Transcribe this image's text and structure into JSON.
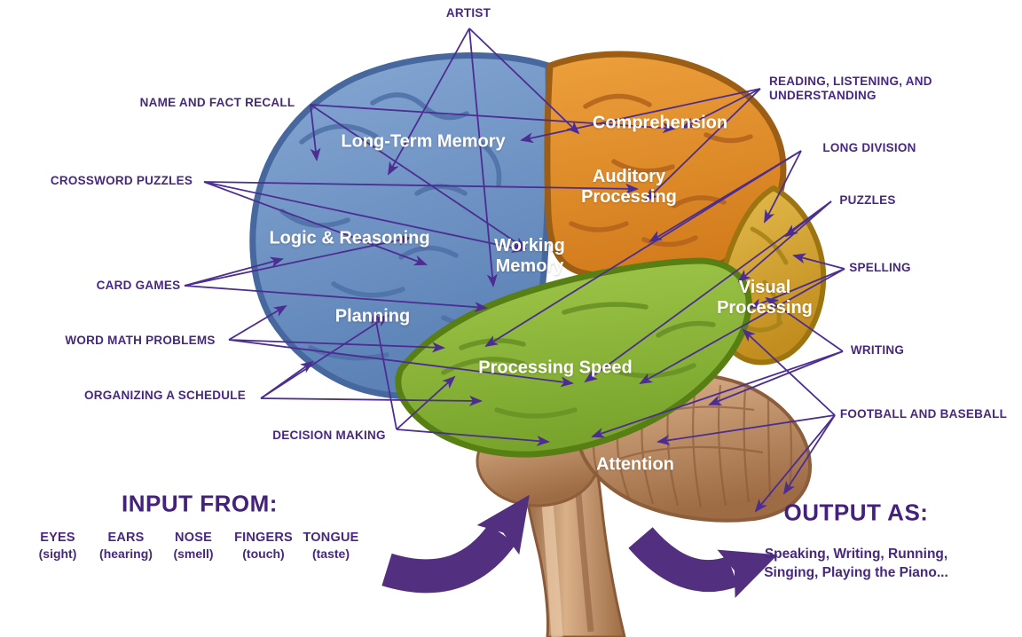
{
  "diagram": {
    "brain_regions": [
      {
        "id": "long-term-memory",
        "label": "Long-Term Memory",
        "lobe": "frontal"
      },
      {
        "id": "logic-reasoning",
        "label": "Logic & Reasoning",
        "lobe": "frontal"
      },
      {
        "id": "planning",
        "label": "Planning",
        "lobe": "frontal"
      },
      {
        "id": "comprehension",
        "label": "Comprehension",
        "lobe": "parietal"
      },
      {
        "id": "auditory-processing",
        "label": "Auditory Processing",
        "lobe": "parietal"
      },
      {
        "id": "working-memory",
        "label": "Working Memory",
        "lobe": "parietal"
      },
      {
        "id": "visual-processing",
        "label": "Visual Processing",
        "lobe": "occipital"
      },
      {
        "id": "processing-speed",
        "label": "Processing Speed",
        "lobe": "temporal"
      },
      {
        "id": "attention",
        "label": "Attention",
        "lobe": "cerebellum"
      }
    ],
    "activities": [
      {
        "id": "artist",
        "label": "ARTIST"
      },
      {
        "id": "name-fact-recall",
        "label": "NAME AND FACT RECALL"
      },
      {
        "id": "crossword-puzzles",
        "label": "CROSSWORD PUZZLES"
      },
      {
        "id": "card-games",
        "label": "CARD GAMES"
      },
      {
        "id": "word-math-problems",
        "label": "WORD MATH PROBLEMS"
      },
      {
        "id": "organizing-schedule",
        "label": "ORGANIZING A SCHEDULE"
      },
      {
        "id": "decision-making",
        "label": "DECISION MAKING"
      },
      {
        "id": "reading-listening",
        "label": "READING, LISTENING, AND UNDERSTANDING"
      },
      {
        "id": "long-division",
        "label": "LONG DIVISION"
      },
      {
        "id": "puzzles",
        "label": "PUZZLES"
      },
      {
        "id": "spelling",
        "label": "SPELLING"
      },
      {
        "id": "writing",
        "label": "WRITING"
      },
      {
        "id": "football-baseball",
        "label": "FOOTBALL AND BASEBALL"
      }
    ],
    "input": {
      "title": "INPUT FROM:",
      "items": [
        {
          "organ": "EYES",
          "sense": "(sight)"
        },
        {
          "organ": "EARS",
          "sense": "(hearing)"
        },
        {
          "organ": "NOSE",
          "sense": "(smell)"
        },
        {
          "organ": "FINGERS",
          "sense": "(touch)"
        },
        {
          "organ": "TONGUE",
          "sense": "(taste)"
        }
      ]
    },
    "output": {
      "title": "OUTPUT AS:",
      "line1": "Speaking, Writing, Running,",
      "line2": "Singing, Playing the Piano..."
    }
  },
  "colors": {
    "label_purple": "#47287e",
    "arrow_purple": "#4c2d92",
    "big_arrow_purple": "#53307f",
    "frontal_blue": "#6d92c2",
    "parietal_orange": "#e08a2b",
    "occipital_gold": "#d8a936",
    "temporal_green": "#8fba3f",
    "cerebellum_tan": "#c59a73",
    "white_label": "#ffffff"
  },
  "arrows": [
    [
      529,
      32,
      438,
      196
    ],
    [
      529,
      32,
      556,
      322
    ],
    [
      529,
      32,
      652,
      150
    ],
    [
      350,
      118,
      357,
      180
    ],
    [
      350,
      118,
      592,
      280
    ],
    [
      350,
      118,
      760,
      145
    ],
    [
      230,
      205,
      480,
      298
    ],
    [
      230,
      205,
      590,
      282
    ],
    [
      230,
      205,
      718,
      213
    ],
    [
      208,
      322,
      318,
      292
    ],
    [
      208,
      322,
      462,
      268
    ],
    [
      208,
      322,
      548,
      347
    ],
    [
      258,
      383,
      322,
      345
    ],
    [
      258,
      383,
      500,
      392
    ],
    [
      258,
      383,
      645,
      432
    ],
    [
      294,
      449,
      352,
      408
    ],
    [
      294,
      449,
      437,
      356
    ],
    [
      294,
      449,
      542,
      452
    ],
    [
      447,
      484,
      422,
      352
    ],
    [
      447,
      484,
      512,
      425
    ],
    [
      447,
      484,
      618,
      498
    ],
    [
      857,
      100,
      770,
      144
    ],
    [
      857,
      100,
      728,
      226
    ],
    [
      857,
      100,
      588,
      158
    ],
    [
      903,
      170,
      862,
      250
    ],
    [
      903,
      170,
      733,
      272
    ],
    [
      903,
      170,
      548,
      390
    ],
    [
      937,
      227,
      886,
      266
    ],
    [
      937,
      227,
      833,
      317
    ],
    [
      937,
      227,
      660,
      430
    ],
    [
      952,
      303,
      895,
      288
    ],
    [
      952,
      303,
      846,
      347
    ],
    [
      952,
      303,
      722,
      432
    ],
    [
      950,
      396,
      864,
      336
    ],
    [
      950,
      396,
      800,
      456
    ],
    [
      950,
      396,
      668,
      492
    ],
    [
      941,
      468,
      852,
      576
    ],
    [
      941,
      468,
      884,
      556
    ],
    [
      941,
      468,
      838,
      372
    ],
    [
      941,
      468,
      742,
      498
    ]
  ]
}
